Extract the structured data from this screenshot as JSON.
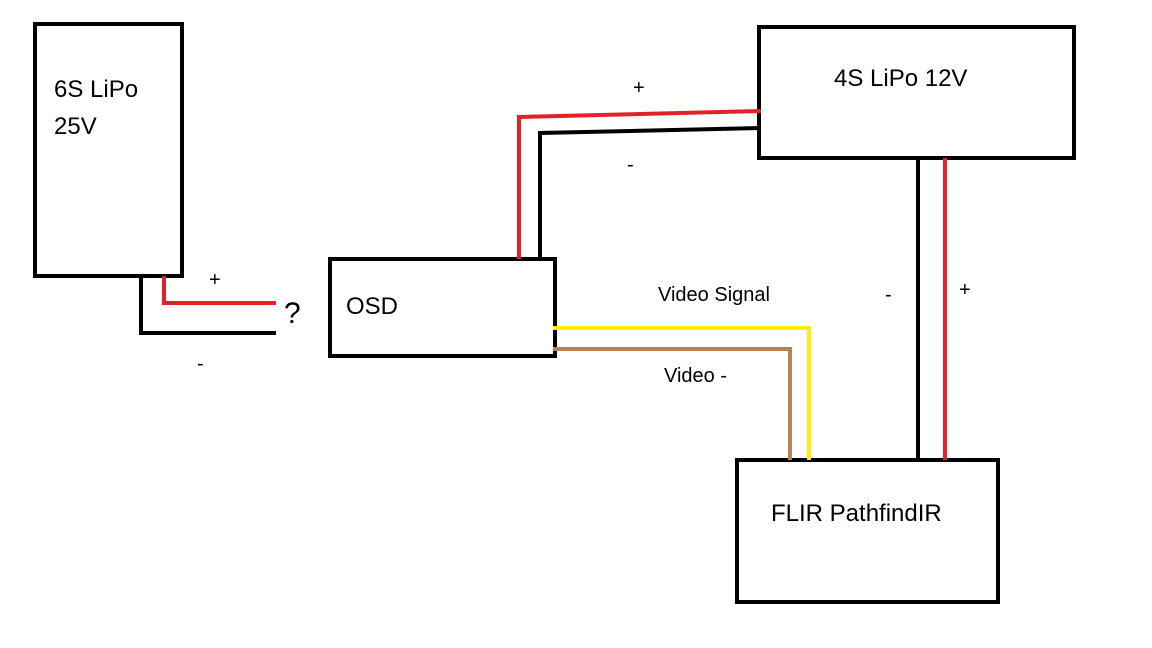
{
  "colors": {
    "positive": "#e0232a",
    "negative": "#000000",
    "video_signal": "#ffee00",
    "video_ground": "#b5835a"
  },
  "components": {
    "battery_6s": {
      "line1": "6S LiPo",
      "line2": "25V"
    },
    "battery_4s": {
      "label": "4S LiPo 12V"
    },
    "osd": {
      "label": "OSD"
    },
    "flir": {
      "label": "FLIR PathfindIR"
    }
  },
  "labels": {
    "plus_6s": "+",
    "minus_6s": "-",
    "question": "?",
    "plus_osd": "+",
    "minus_osd": "-",
    "video_signal": "Video Signal",
    "video_ground": "Video -",
    "minus_flir": "-",
    "plus_flir": "+"
  }
}
